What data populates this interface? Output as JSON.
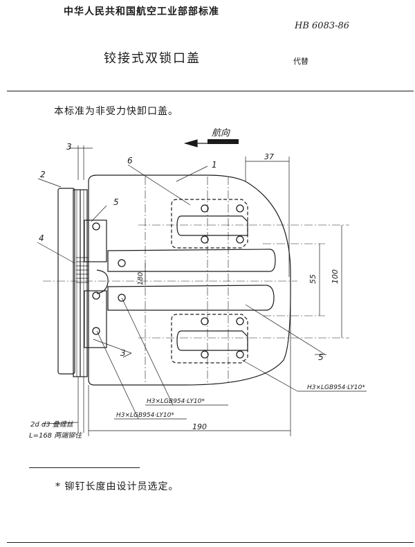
{
  "header": {
    "organization": "中华人民共和国航空工业部部标准",
    "standard_code": "HB 6083-86",
    "title": "铰接式双锁口盖",
    "replaces_label": "代替"
  },
  "scope_text": "本标准为非受力快卸口盖。",
  "drawing": {
    "direction_label": "航向",
    "callouts": [
      "1",
      "2",
      "3",
      "4",
      "5",
      "6",
      "3",
      "5"
    ],
    "dimensions": [
      "37",
      "100",
      "55",
      "180",
      "190"
    ],
    "rivet_specs": [
      "H3×LGB954·LY10*",
      "H3×LGB954·LY10*",
      "H3×LGB954·LY10*"
    ],
    "wire_spec_line1": "2d d3 叠缠丝",
    "wire_spec_line2": "L=168 两端铆住"
  },
  "footnote": "* 铆钉长度由设计员选定。",
  "colors": {
    "ink": "#1a1a1a",
    "paper": "#ffffff"
  }
}
